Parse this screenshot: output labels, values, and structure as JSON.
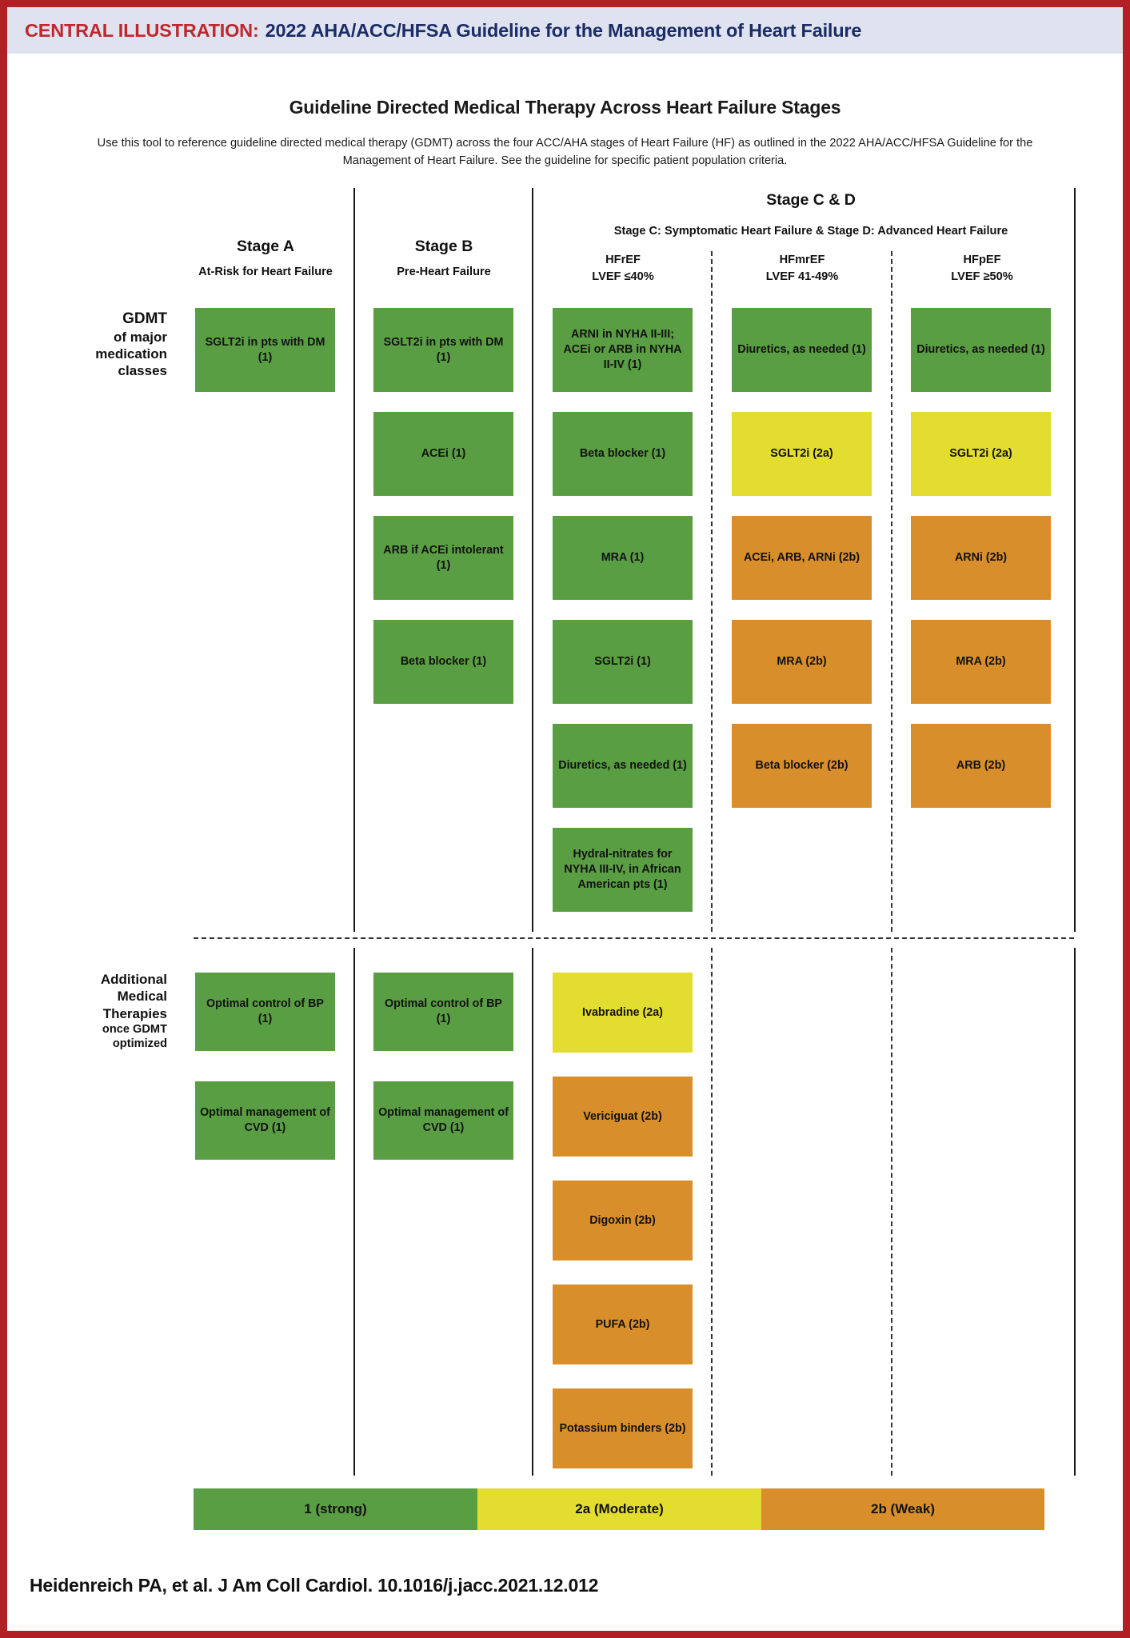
{
  "banner": {
    "label": "CENTRAL ILLUSTRATION:",
    "title": "2022 AHA/ACC/HFSA Guideline for the Management of Heart Failure",
    "label_color": "#c0272d",
    "title_color": "#1b2c66",
    "background": "#dfe3f0",
    "border_color": "#b22025"
  },
  "header": {
    "title": "Guideline Directed Medical Therapy Across Heart Failure Stages",
    "subtitle": "Use this tool to reference guideline directed medical therapy (GDMT) across the four ACC/AHA stages of Heart Failure (HF) as outlined in the 2022 AHA/ACC/HFSA Guideline for the Management of Heart Failure. See the guideline for specific patient population criteria."
  },
  "columns": {
    "stage_a": {
      "title": "Stage A",
      "subtitle": "At-Risk for Heart Failure"
    },
    "stage_b": {
      "title": "Stage B",
      "subtitle": "Pre-Heart Failure"
    },
    "stage_cd": {
      "title": "Stage C & D",
      "subtitle": "Stage C: Symptomatic Heart Failure & Stage D: Advanced Heart Failure",
      "hfref": {
        "name": "HFrEF",
        "lvef": "LVEF ≤40%"
      },
      "hfmref": {
        "name": "HFmrEF",
        "lvef": "LVEF 41-49%"
      },
      "hfpef": {
        "name": "HFpEF",
        "lvef": "LVEF ≥50%"
      }
    }
  },
  "rows": {
    "gdmt": {
      "line1": "GDMT",
      "line2": "of major",
      "line3": "medication",
      "line4": "classes"
    },
    "additional": {
      "line1": "Additional",
      "line2": "Medical",
      "line3": "Therapies",
      "line4": "once GDMT",
      "line5": "optimized"
    }
  },
  "colors": {
    "class_1": "#5a9e43",
    "class_2a": "#e2dd2e",
    "class_2b": "#d88f2b"
  },
  "chart_data": {
    "type": "table",
    "title": "Guideline Directed Medical Therapy Across Heart Failure Stages",
    "row_categories": [
      "GDMT of major medication classes",
      "Additional Medical Therapies once GDMT optimized"
    ],
    "column_categories": [
      "Stage A",
      "Stage B",
      "Stage C & D: HFrEF",
      "Stage C & D: HFmrEF",
      "Stage C & D: HFpEF"
    ],
    "legend": [
      {
        "label": "1 (strong)",
        "color": "#5a9e43",
        "class": "1"
      },
      {
        "label": "2a (Moderate)",
        "color": "#e2dd2e",
        "class": "2a"
      },
      {
        "label": "2b (Weak)",
        "color": "#d88f2b",
        "class": "2b"
      }
    ],
    "cells": {
      "gdmt": {
        "stage_a": [
          {
            "text": "SGLT2i in pts with DM (1)",
            "class": "1"
          }
        ],
        "stage_b": [
          {
            "text": "SGLT2i in pts with DM (1)",
            "class": "1"
          },
          {
            "text": "ACEi (1)",
            "class": "1"
          },
          {
            "text": "ARB if ACEi intolerant (1)",
            "class": "1"
          },
          {
            "text": "Beta blocker (1)",
            "class": "1"
          }
        ],
        "hfref": [
          {
            "text": "ARNI in NYHA II-III; ACEi or ARB in NYHA II-IV (1)",
            "class": "1"
          },
          {
            "text": "Beta blocker (1)",
            "class": "1"
          },
          {
            "text": "MRA (1)",
            "class": "1"
          },
          {
            "text": "SGLT2i (1)",
            "class": "1"
          },
          {
            "text": "Diuretics, as needed (1)",
            "class": "1"
          },
          {
            "text": "Hydral-nitrates for NYHA III-IV, in African American pts (1)",
            "class": "1"
          }
        ],
        "hfmref": [
          {
            "text": "Diuretics, as needed (1)",
            "class": "1"
          },
          {
            "text": "SGLT2i (2a)",
            "class": "2a"
          },
          {
            "text": "ACEi, ARB, ARNi (2b)",
            "class": "2b"
          },
          {
            "text": "MRA (2b)",
            "class": "2b"
          },
          {
            "text": "Beta blocker (2b)",
            "class": "2b"
          }
        ],
        "hfpef": [
          {
            "text": "Diuretics, as needed (1)",
            "class": "1"
          },
          {
            "text": "SGLT2i (2a)",
            "class": "2a"
          },
          {
            "text": "ARNi (2b)",
            "class": "2b"
          },
          {
            "text": "MRA (2b)",
            "class": "2b"
          },
          {
            "text": "ARB (2b)",
            "class": "2b"
          }
        ]
      },
      "additional": {
        "stage_a": [
          {
            "text": "Optimal control of BP (1)",
            "class": "1"
          },
          {
            "text": "Optimal management of CVD (1)",
            "class": "1"
          }
        ],
        "stage_b": [
          {
            "text": "Optimal control of BP (1)",
            "class": "1"
          },
          {
            "text": "Optimal management of CVD (1)",
            "class": "1"
          }
        ],
        "hfref": [
          {
            "text": "Ivabradine (2a)",
            "class": "2a"
          },
          {
            "text": "Vericiguat (2b)",
            "class": "2b"
          },
          {
            "text": "Digoxin (2b)",
            "class": "2b"
          },
          {
            "text": "PUFA (2b)",
            "class": "2b"
          },
          {
            "text": "Potassium binders (2b)",
            "class": "2b"
          }
        ],
        "hfmref": [],
        "hfpef": []
      }
    }
  },
  "legend": {
    "item1": "1 (strong)",
    "item2a": "2a (Moderate)",
    "item2b": "2b (Weak)"
  },
  "footer": {
    "citation": "Heidenreich PA, et al. J Am Coll Cardiol. 10.1016/j.jacc.2021.12.012"
  }
}
